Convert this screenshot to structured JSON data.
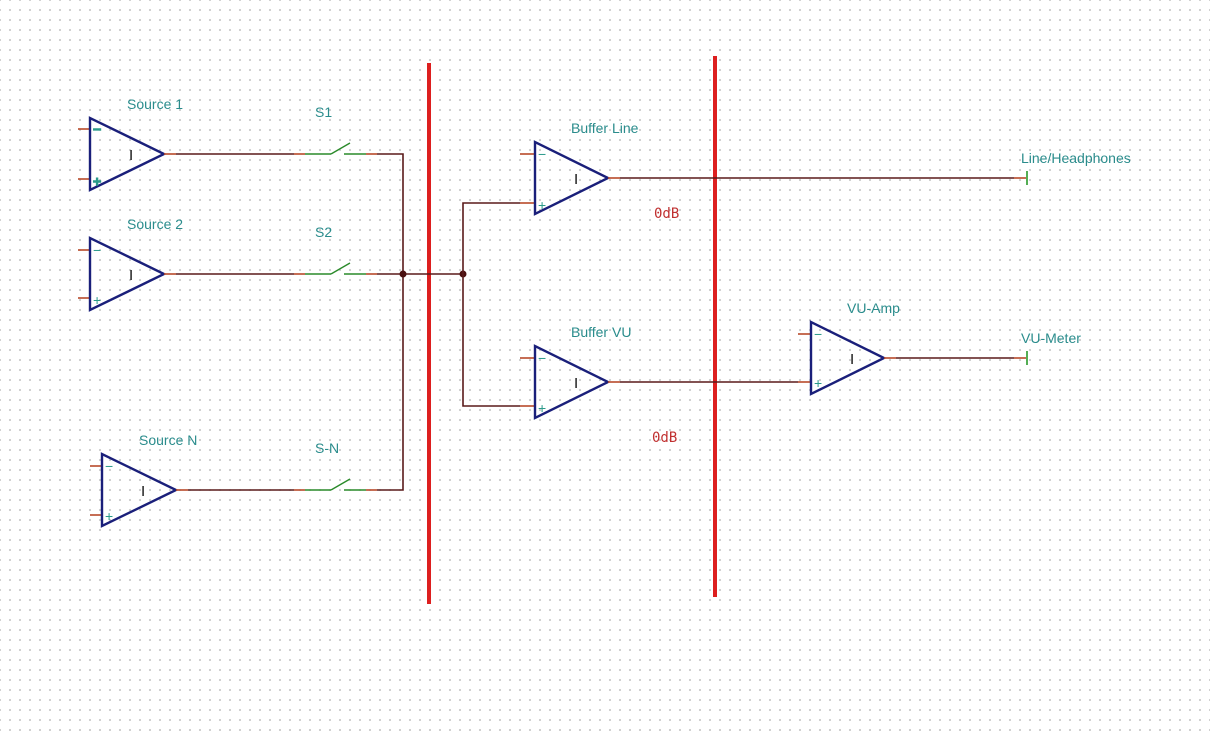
{
  "diagram": {
    "sources": [
      {
        "label": "Source 1",
        "switch": "S1"
      },
      {
        "label": "Source 2",
        "switch": "S2"
      },
      {
        "label": "Source N",
        "switch": "S-N"
      }
    ],
    "buffers": [
      {
        "label": "Buffer Line",
        "gain": "0dB"
      },
      {
        "label": "Buffer VU",
        "gain": "0dB"
      }
    ],
    "vu_amp": {
      "label": "VU-Amp"
    },
    "outputs": {
      "line": "Line/Headphones",
      "vu": "VU-Meter"
    },
    "opamp_marks": {
      "minus": "−",
      "plus": "+",
      "i": "I"
    },
    "colors": {
      "wire": "#5a1a1a",
      "opamp": "#1a1f7a",
      "label": "#2a8c8c",
      "gain": "#c03030",
      "divider": "#dd1f1f",
      "switch": "#2a8a2a"
    }
  }
}
